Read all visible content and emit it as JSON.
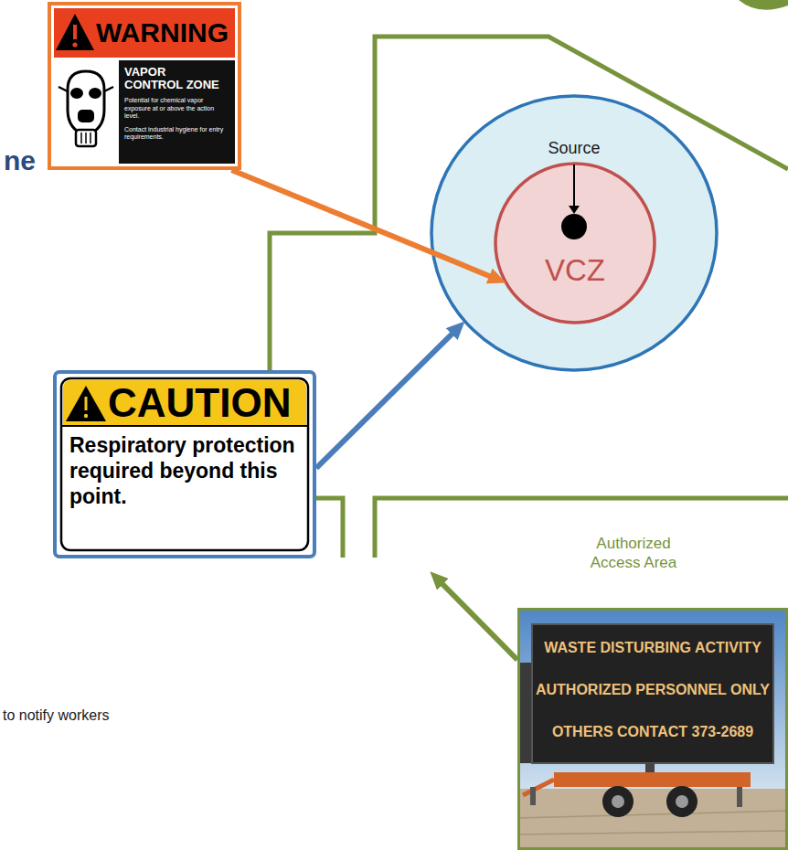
{
  "diagram": {
    "nodes": [
      {
        "text": [
          "WARNING",
          "VAPOR CONTROL ZONE",
          "Potential for chemical vapor exposure at or above the action level.",
          "Contact industrial hygiene for entry requirements."
        ]
      },
      {
        "text": [
          "Source"
        ]
      },
      {
        "text": [
          "VCZ"
        ],
        "in": 1
      },
      {
        "text": [
          "CAUTION",
          "Respiratory protection required beyond this point."
        ]
      },
      {
        "text": [
          "WASTE DISTURBING ACTIVITY",
          "AUTHORIZED PERSONNEL ONLY",
          "OTHERS CONTACT 373-2689"
        ]
      }
    ],
    "edges": [
      {
        "from": 0,
        "to": 2,
        "arrow": "to"
      },
      {
        "from": 3,
        "to": 1,
        "arrow": "to"
      }
    ],
    "labels": [
      "ne",
      "Authorized Access Area",
      "to notify workers"
    ]
  }
}
